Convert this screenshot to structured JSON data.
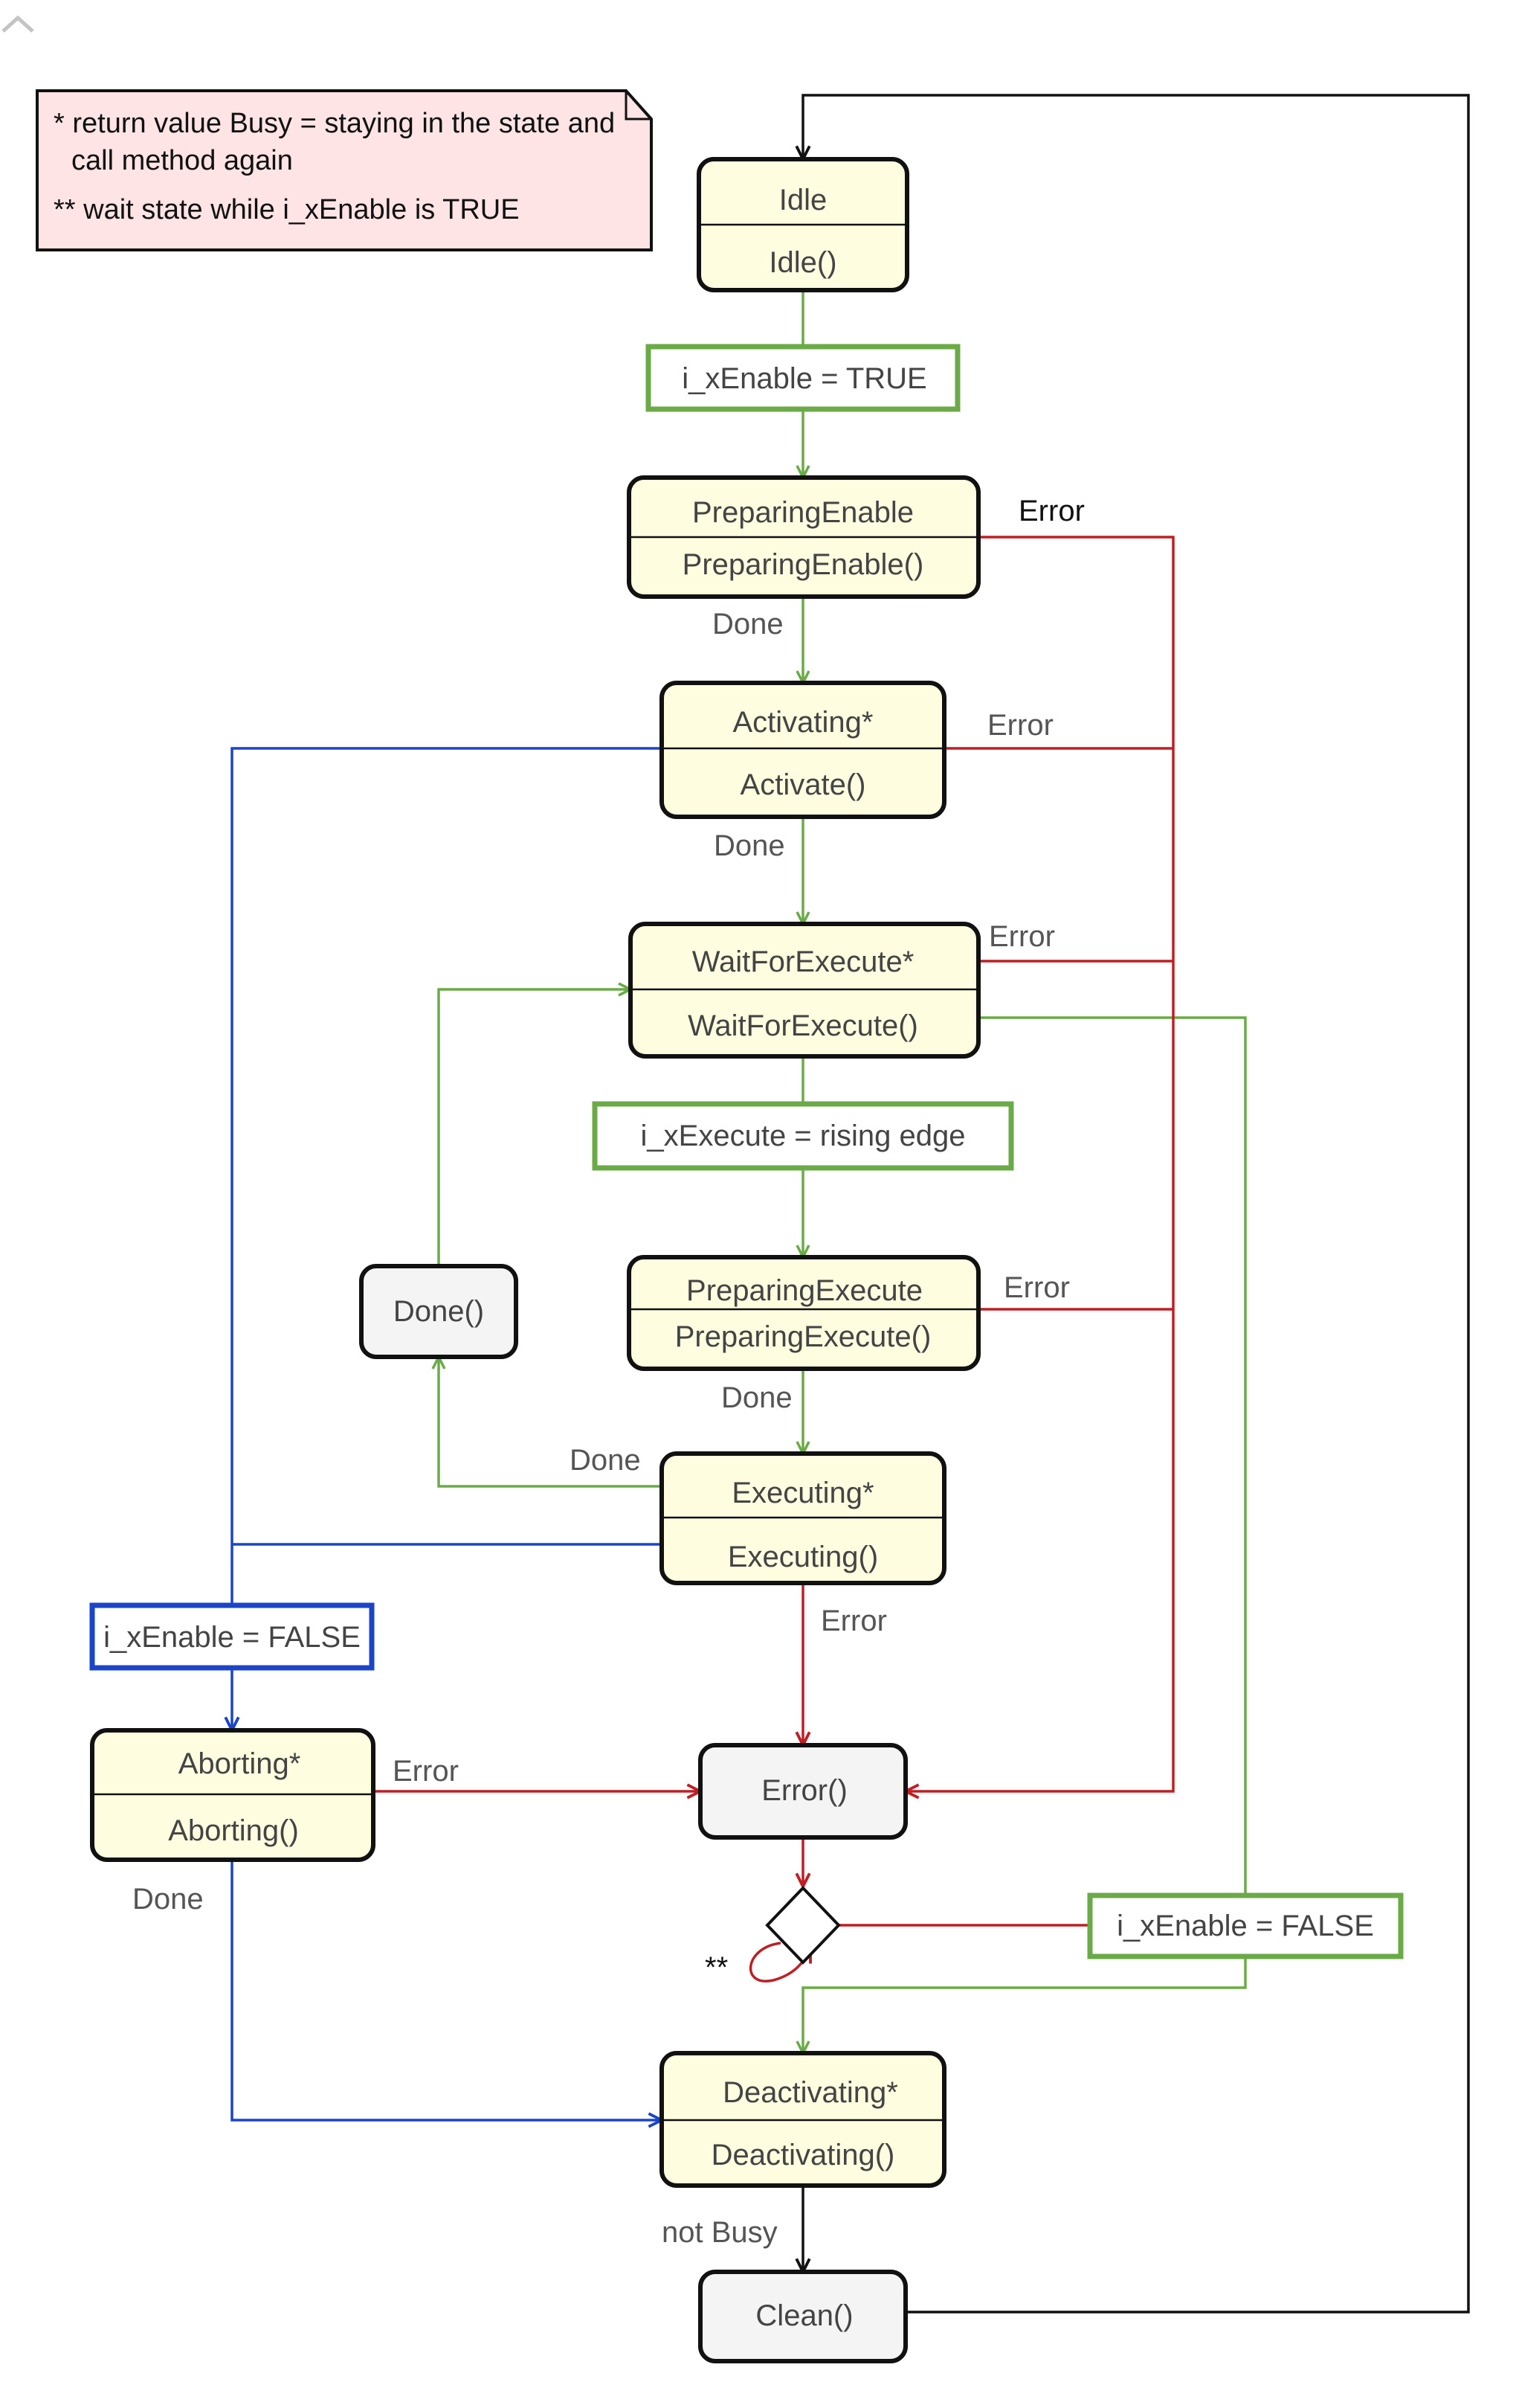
{
  "colors": {
    "state_fill": "#fffde0",
    "simple_fill": "#f4f4f4",
    "note_fill": "#ffe4e6",
    "black": "#111111",
    "green": "#6aab47",
    "red": "#bf1e24",
    "blue": "#1a45c9"
  },
  "note": {
    "line1": "* return value Busy = staying in the state and",
    "line2": "call method again",
    "line3": "** wait state while i_xEnable is TRUE"
  },
  "states": {
    "idle": {
      "title": "Idle",
      "method": "Idle()"
    },
    "preparing_enable": {
      "title": "PreparingEnable",
      "method": "PreparingEnable()"
    },
    "activating": {
      "title": "Activating*",
      "method": "Activate()"
    },
    "wait_for_execute": {
      "title": "WaitForExecute*",
      "method": "WaitForExecute()"
    },
    "preparing_execute": {
      "title": "PreparingExecute",
      "method": "PreparingExecute()"
    },
    "executing": {
      "title": "Executing*",
      "method": "Executing()"
    },
    "aborting": {
      "title": "Aborting*",
      "method": "Aborting()"
    },
    "deactivating": {
      "title": "Deactivating*",
      "method": "Deactivating()"
    }
  },
  "simple_states": {
    "done": "Done()",
    "error": "Error()",
    "clean": "Clean()"
  },
  "conditions": {
    "enable_true": "i_xEnable = TRUE",
    "execute_rising": "i_xExecute = rising edge",
    "enable_false_left": "i_xEnable = FALSE",
    "enable_false_right": "i_xEnable = FALSE"
  },
  "labels": {
    "error_preparing_enable": "Error",
    "error_activating": "Error",
    "error_wait_for_execute": "Error",
    "error_preparing_execute": "Error",
    "error_executing": "Error",
    "error_aborting": "Error",
    "done_preparing_enable": "Done",
    "done_activating": "Done",
    "done_preparing_execute": "Done",
    "done_executing": "Done",
    "done_aborting": "Done",
    "not_busy": "not Busy",
    "wait_marker": "**"
  },
  "icons": {
    "collapse": "chevron-up-icon"
  }
}
